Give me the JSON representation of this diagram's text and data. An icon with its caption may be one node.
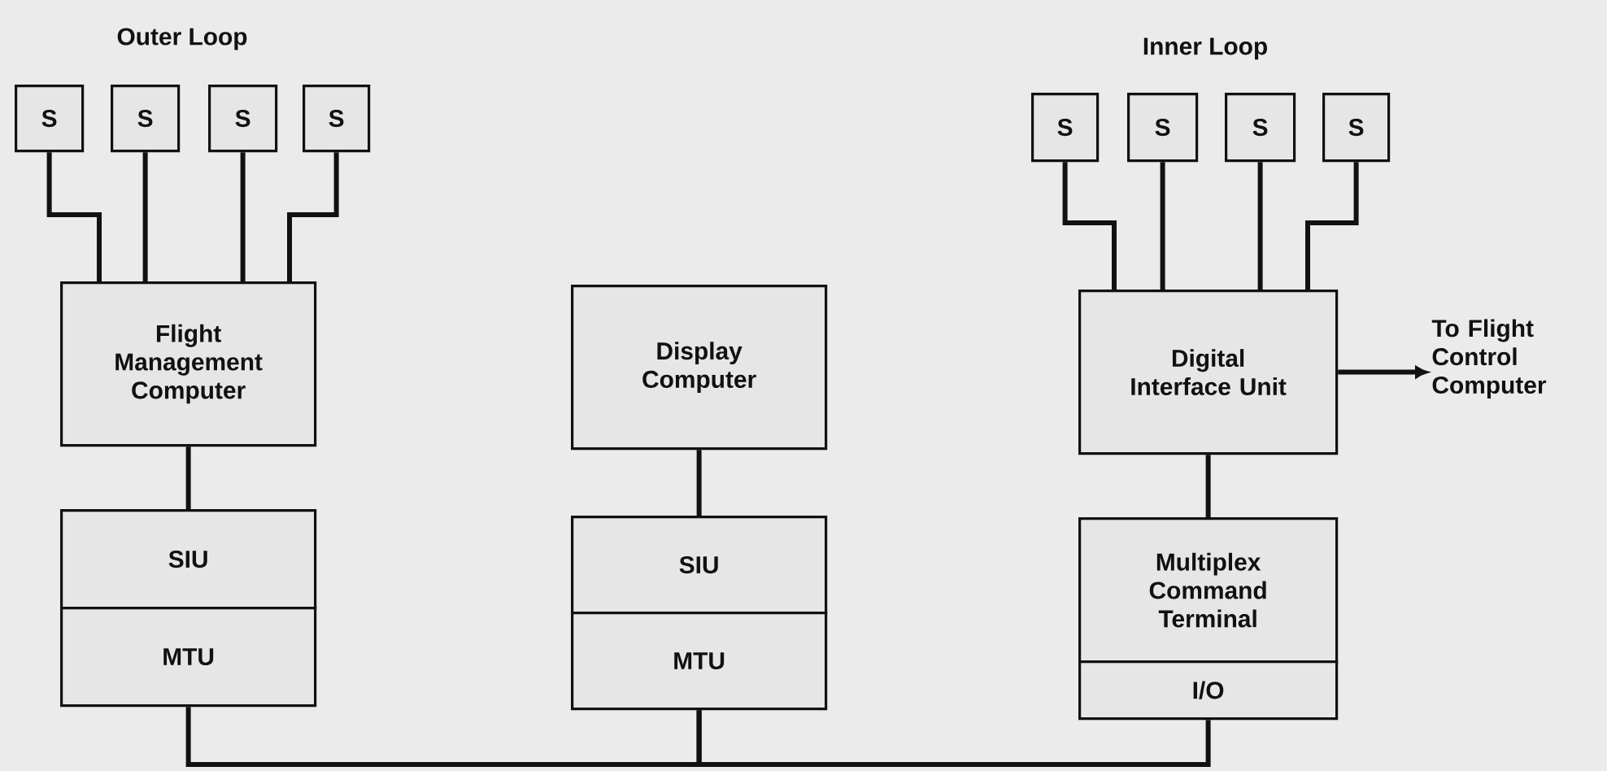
{
  "diagram": {
    "nodes": [
      {
        "text": [
          "S"
        ]
      },
      {
        "text": [
          "S"
        ]
      },
      {
        "text": [
          "S"
        ]
      },
      {
        "text": [
          "S"
        ]
      },
      {
        "text": [
          "Flight Management Computer"
        ]
      },
      {
        "text": [
          "SIU"
        ]
      },
      {
        "text": [
          "MTU"
        ]
      },
      {
        "text": [
          "Display Computer"
        ]
      },
      {
        "text": [
          "SIU"
        ]
      },
      {
        "text": [
          "MTU"
        ]
      },
      {
        "text": [
          "S"
        ]
      },
      {
        "text": [
          "S"
        ]
      },
      {
        "text": [
          "S"
        ]
      },
      {
        "text": [
          "S"
        ]
      },
      {
        "text": [
          "Digital Interface Unit"
        ]
      },
      {
        "text": [
          "Multiplex Command Terminal"
        ]
      },
      {
        "text": [
          "I/O"
        ]
      },
      {
        "text": [
          "To Flight Control Computer"
        ]
      }
    ],
    "edges": [
      {
        "from": 0,
        "to": 4,
        "arrow": "none"
      },
      {
        "from": 1,
        "to": 4,
        "arrow": "none"
      },
      {
        "from": 2,
        "to": 4,
        "arrow": "none"
      },
      {
        "from": 3,
        "to": 4,
        "arrow": "none"
      },
      {
        "from": 4,
        "to": 5,
        "arrow": "none"
      },
      {
        "from": 7,
        "to": 8,
        "arrow": "none"
      },
      {
        "from": 10,
        "to": 14,
        "arrow": "none"
      },
      {
        "from": 11,
        "to": 14,
        "arrow": "none"
      },
      {
        "from": 12,
        "to": 14,
        "arrow": "none"
      },
      {
        "from": 13,
        "to": 14,
        "arrow": "none"
      },
      {
        "from": 14,
        "to": 15,
        "arrow": "none"
      },
      {
        "from": 14,
        "to": 17,
        "arrow": "to"
      },
      {
        "from": 6,
        "to": 9,
        "arrow": "none"
      },
      {
        "from": 9,
        "to": 16,
        "arrow": "none"
      }
    ],
    "labels": [
      "Outer Loop",
      "Inner Loop"
    ]
  }
}
